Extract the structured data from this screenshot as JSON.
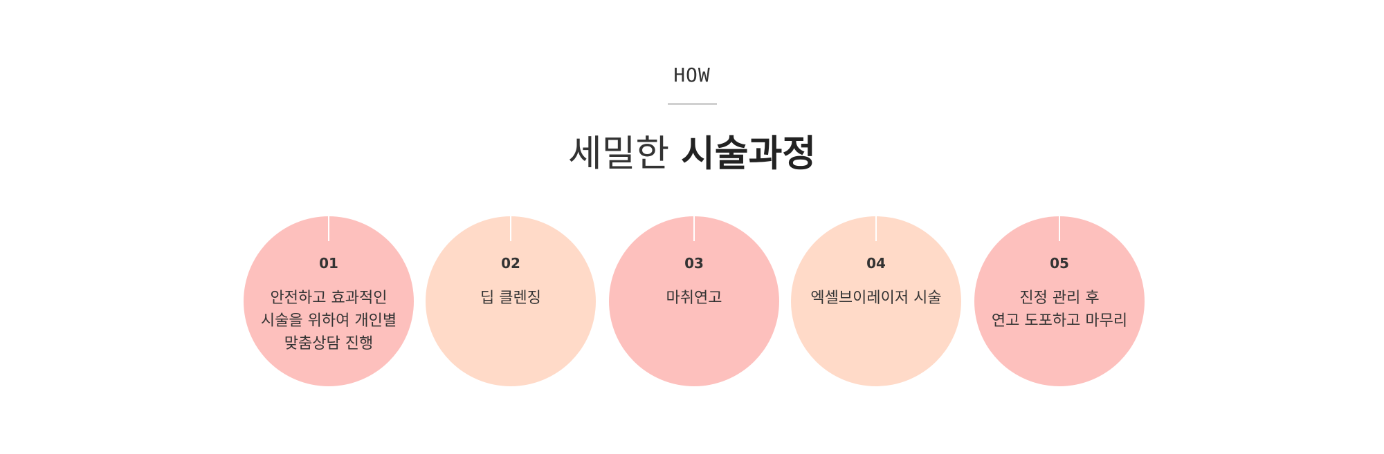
{
  "section": {
    "eyebrow": "HOW",
    "title_light": "세밀한",
    "title_bold": "시술과정"
  },
  "colors": {
    "pink": "#fdc0bd",
    "peach": "#ffdac8",
    "text": "#333333"
  },
  "steps": [
    {
      "number": "01",
      "lines": [
        "안전하고 효과적인",
        "시술을 위하여 개인별",
        "맞춤상담 진행"
      ]
    },
    {
      "number": "02",
      "lines": [
        "딥 클렌징"
      ]
    },
    {
      "number": "03",
      "lines": [
        "마취연고"
      ]
    },
    {
      "number": "04",
      "lines": [
        "엑셀브이레이저 시술"
      ]
    },
    {
      "number": "05",
      "lines": [
        "진정 관리 후",
        "연고 도포하고 마무리"
      ]
    }
  ]
}
